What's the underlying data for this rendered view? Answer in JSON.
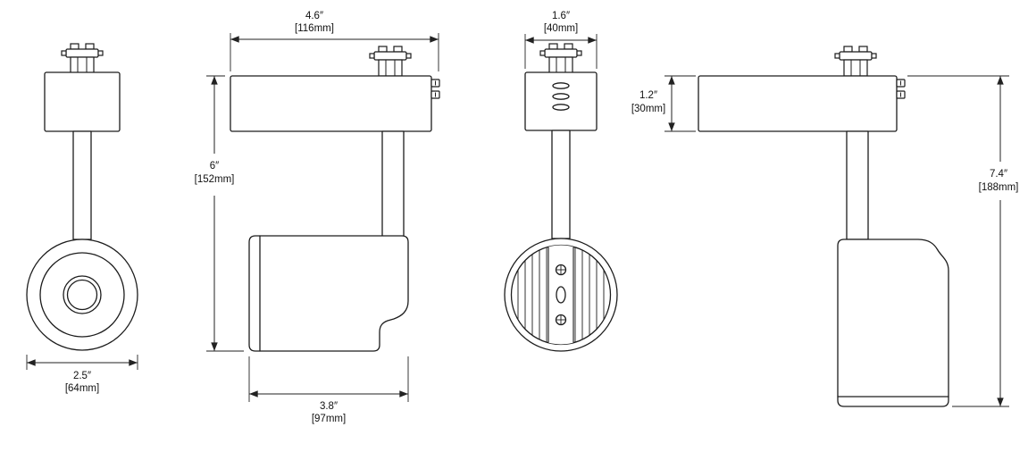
{
  "dimensions": {
    "lens_diameter": {
      "inches": "2.5″",
      "metric": "[64mm]"
    },
    "overall_width": {
      "inches": "4.6″",
      "metric": "[116mm]"
    },
    "height_to_head": {
      "inches": "6″",
      "metric": "[152mm]"
    },
    "head_length": {
      "inches": "3.8″",
      "metric": "[97mm]"
    },
    "adapter_width": {
      "inches": "1.6″",
      "metric": "[40mm]"
    },
    "adapter_height": {
      "inches": "1.2″",
      "metric": "[30mm]"
    },
    "overall_height": {
      "inches": "7.4″",
      "metric": "[188mm]"
    }
  }
}
